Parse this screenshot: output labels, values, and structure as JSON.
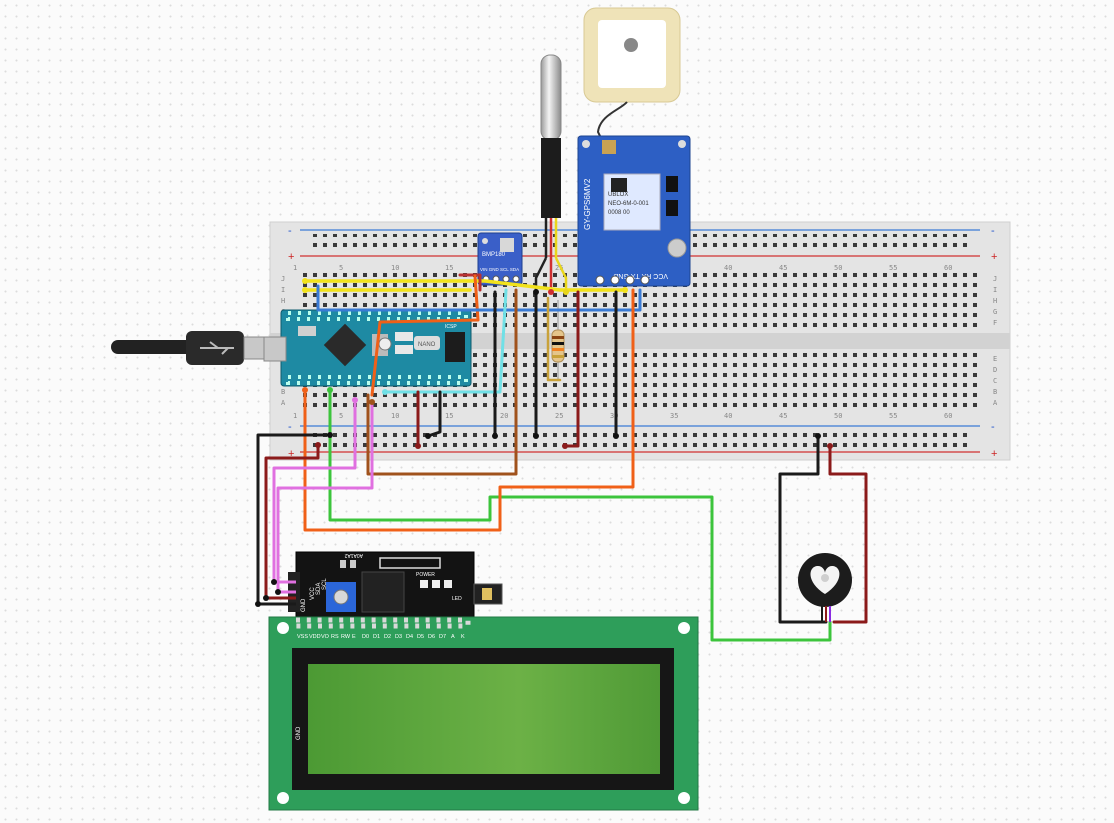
{
  "breadboard": {
    "top_numbers": [
      "1",
      "5",
      "10",
      "15",
      "20",
      "25",
      "30",
      "35",
      "40",
      "45",
      "50",
      "55",
      "60"
    ],
    "bottom_numbers": [
      "1",
      "5",
      "10",
      "15",
      "20",
      "25",
      "30",
      "35",
      "40",
      "45",
      "50",
      "55",
      "60"
    ],
    "left_rows_top": [
      "J",
      "I",
      "H",
      "G",
      "F"
    ],
    "left_rows_bottom": [
      "E",
      "D",
      "C",
      "B",
      "A"
    ],
    "right_rows_top": [
      "J",
      "I",
      "H",
      "G",
      "F"
    ],
    "right_rows_bottom": [
      "E",
      "D",
      "C",
      "B",
      "A"
    ],
    "rail_minus": "-",
    "rail_plus": "+"
  },
  "arduino": {
    "label": "NANO",
    "icsp": "ICSP"
  },
  "gps_module": {
    "title": "GY-GPS6MV2",
    "pins": "VCC RX TX GND",
    "chip_lines": [
      "UBLOX",
      "NEO-6M-0-001",
      "0008 00"
    ]
  },
  "bmp_module": {
    "title": "BMP180",
    "pins": "VIN GND SCL SDA"
  },
  "i2c_backpack": {
    "pins": [
      "GND",
      "VCC",
      "SDA",
      "SCL"
    ],
    "addr_label": "A0A1A2",
    "power_label": "POWER",
    "led_label": "LED"
  },
  "lcd": {
    "pin_labels": [
      "VSS",
      "VDD",
      "VO",
      "RS",
      "RW",
      "E",
      "D0",
      "D1",
      "D2",
      "D3",
      "D4",
      "D5",
      "D6",
      "D7",
      "A",
      "K"
    ]
  },
  "colors": {
    "wire_black": "#1a1a1a",
    "wire_red": "#8b1a1a",
    "wire_green": "#3cc43c",
    "wire_orange": "#f06018",
    "wire_yellow": "#f2e21c",
    "wire_blue": "#3a7bd5",
    "wire_cyan": "#70e0e6",
    "wire_brown": "#a0521c",
    "wire_pink": "#e070e0",
    "lcd_board": "#2e9e5a",
    "lcd_screen": "#5fa53a",
    "nano_board": "#1e8aa3",
    "gps_board": "#2d5fc4"
  }
}
